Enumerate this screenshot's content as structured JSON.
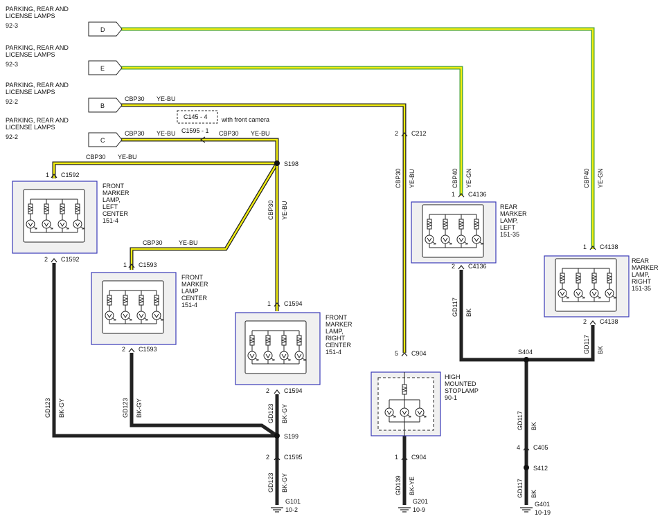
{
  "source_refs": [
    {
      "title": "PARKING, REAR AND\nLICENSE LAMPS",
      "page": "92-3",
      "tag": "D"
    },
    {
      "title": "PARKING, REAR AND\nLICENSE LAMPS",
      "page": "92-3",
      "tag": "E"
    },
    {
      "title": "PARKING, REAR AND\nLICENSE LAMPS",
      "page": "92-2",
      "tag": "B"
    },
    {
      "title": "PARKING, REAR AND\nLICENSE LAMPS",
      "page": "92-2",
      "tag": "C"
    }
  ],
  "circuits": {
    "cbp30": "CBP30",
    "cbp40": "CBP40",
    "yebu": "YE-BU",
    "yegn": "YE-GN",
    "gd123": "GD123",
    "bkgy": "BK-GY",
    "gd117": "GD117",
    "bk": "BK",
    "gd139": "GD139",
    "bkye": "BK-YE"
  },
  "options": {
    "c145": "C145 - 4",
    "with_front_camera": "with front camera",
    "c1595_1": "C1595 - 1"
  },
  "splices": {
    "s198": "S198",
    "s199": "S199",
    "s404": "S404",
    "s412": "S412"
  },
  "connectors": {
    "c1592": "C1592",
    "c1593": "C1593",
    "c1594": "C1594",
    "c1595": "C1595",
    "c212": "C212",
    "c904": "C904",
    "c4136": "C4136",
    "c4138": "C4138",
    "c405": "C405"
  },
  "pins": {
    "p1": "1",
    "p2": "2",
    "p4": "4",
    "p5": "5"
  },
  "components": {
    "front_left": "FRONT\nMARKER\nLAMP,\nLEFT\nCENTER\n151-4",
    "front_center": "FRONT\nMARKER\nLAMP\nCENTER\n151-4",
    "front_right": "FRONT\nMARKER\nLAMP,\nRIGHT\nCENTER\n151-4",
    "hmsl": "HIGH\nMOUNTED\nSTOPLAMP\n90-1",
    "rear_left": "REAR\nMARKER\nLAMP,\nLEFT\n151-35",
    "rear_right": "REAR\nMARKER\nLAMP,\nRIGHT\n151-35"
  },
  "grounds": [
    {
      "id": "G101",
      "page": "10-2"
    },
    {
      "id": "G201",
      "page": "10-9"
    },
    {
      "id": "G401",
      "page": "10-19"
    }
  ],
  "colors": {
    "wire_yellow": "#f2ee10",
    "wire_green": "#3f9f3a",
    "wire_dark": "#222222",
    "box_border": "#3a3ab8",
    "box_fill": "#f0f0f0"
  }
}
